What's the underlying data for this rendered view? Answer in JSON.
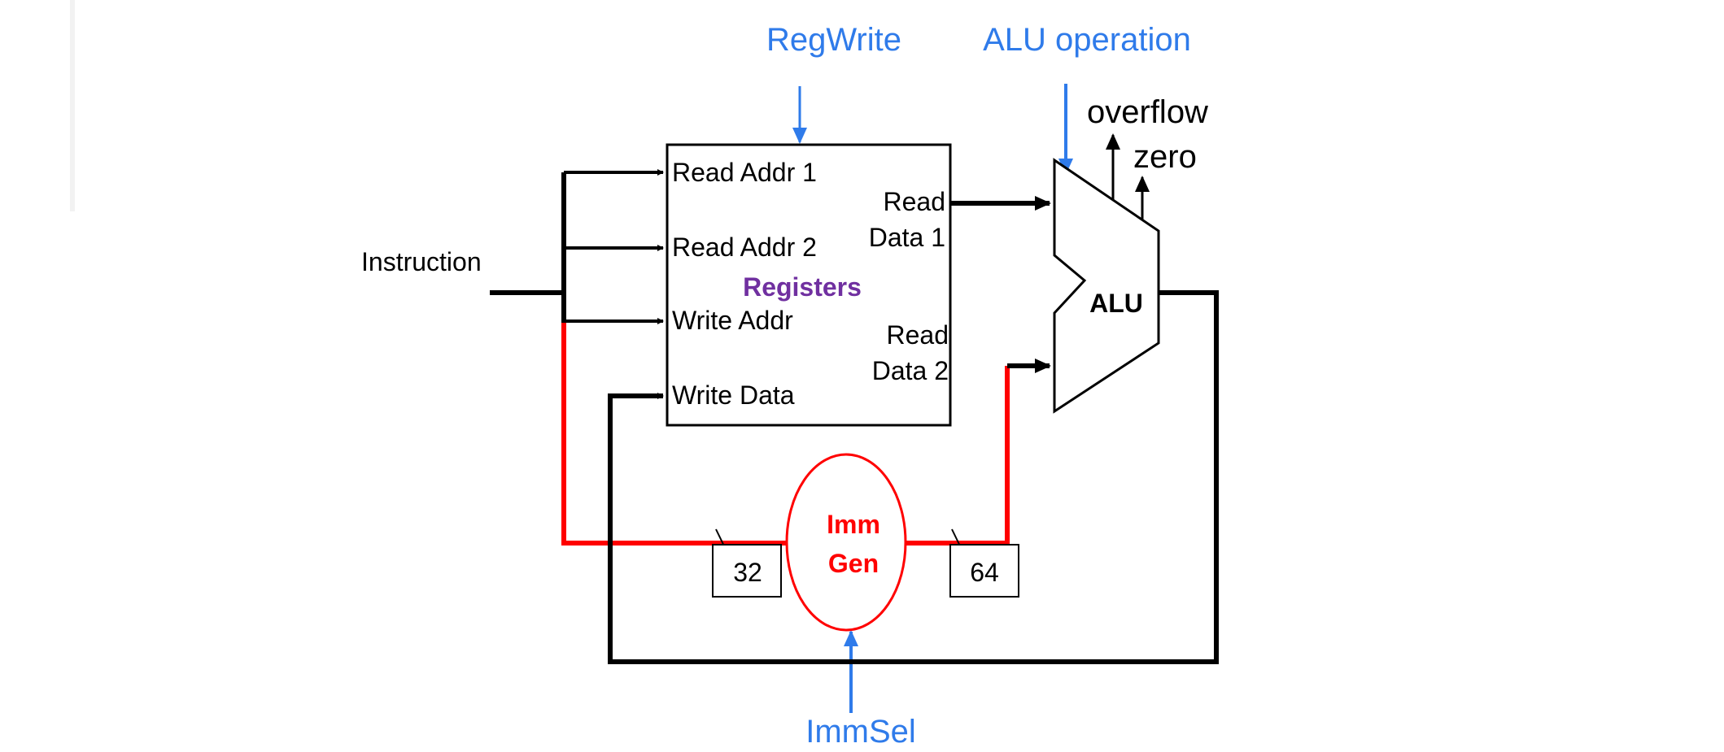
{
  "colors": {
    "control": "#2f7bea",
    "imm_path": "#ff0000",
    "registers_label": "#7030a0",
    "wire": "#000000"
  },
  "control_signals": {
    "regwrite": "RegWrite",
    "alu_operation": "ALU operation",
    "immsel": "ImmSel"
  },
  "inputs": {
    "instruction": "Instruction"
  },
  "registers": {
    "title": "Registers",
    "read_addr_1": "Read Addr 1",
    "read_addr_2": "Read Addr 2",
    "write_addr": "Write Addr",
    "write_data": "Write Data",
    "read_data_1_line1": "Read",
    "read_data_1_line2": "Data 1",
    "read_data_2_line1": "Read",
    "read_data_2_line2": "Data 2"
  },
  "alu": {
    "label": "ALU",
    "overflow": "overflow",
    "zero": "zero"
  },
  "imm_gen": {
    "line1": "Imm",
    "line2": "Gen",
    "in_width": "32",
    "out_width": "64"
  }
}
